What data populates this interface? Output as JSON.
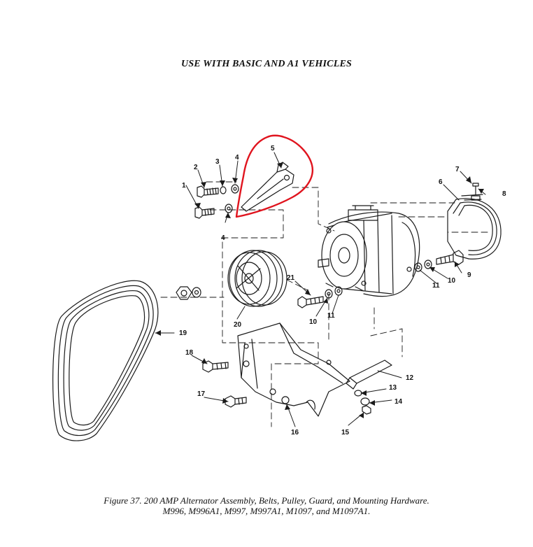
{
  "header": {
    "text": "USE WITH BASIC AND A1 VEHICLES"
  },
  "callouts": {
    "c1": "1",
    "c2": "2",
    "c3": "3",
    "c4a": "4",
    "c4b": "4",
    "c5": "5",
    "c6": "6",
    "c7": "7",
    "c8": "8",
    "c9": "9",
    "c10a": "10",
    "c10b": "10",
    "c11a": "11",
    "c11b": "11",
    "c12": "12",
    "c13": "13",
    "c14": "14",
    "c15": "15",
    "c16": "16",
    "c17": "17",
    "c18": "18",
    "c19": "19",
    "c20": "20",
    "c21": "21"
  },
  "highlight": {
    "color": "#e0141e"
  },
  "caption": {
    "line1": "Figure 37.  200 AMP Alternator Assembly, Belts, Pulley, Guard, and Mounting Hardware.",
    "line2": "M996, M996A1, M997, M997A1, M1097, and M1097A1."
  }
}
